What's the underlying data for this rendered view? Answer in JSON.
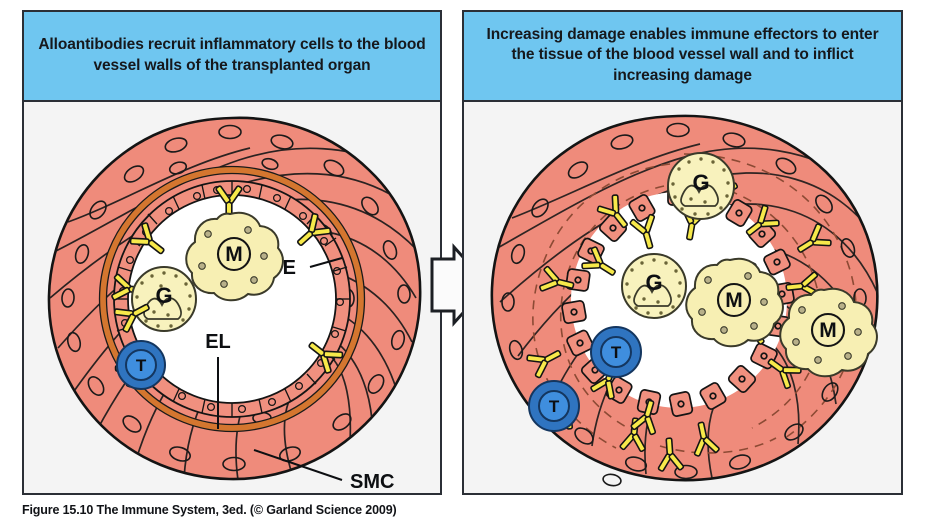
{
  "figure": {
    "caption_main": "Figure 15.10  The Immune System, 3ed.",
    "caption_credit": "(© Garland Science 2009)",
    "caption_full": "Figure 15.10  The Immune System, 3ed. (© Garland Science 2009)"
  },
  "colors": {
    "header_blue": "#6fc6f0",
    "panel_border": "#2b2f36",
    "panel_bg": "#f4f4f4",
    "smooth_muscle_pink": "#ef8b7b",
    "smooth_muscle_outline": "#1a1a1a",
    "elastic_lamina_orange": "#d4762f",
    "endothelium_pink": "#f0907f",
    "antibody_yellow": "#f7e94a",
    "antibody_outline": "#1a1a1a",
    "tcell_blue_outer": "#2f74c0",
    "tcell_blue_inner": "#3f8ede",
    "granulocyte_yellow": "#f8f2bd",
    "macrophage_yellow": "#f7efb3",
    "lumen_white": "#ffffff",
    "label_black": "#0d0f12"
  },
  "panels": [
    {
      "id": "left",
      "title": "Alloantibodies recruit inflammatory cells to the blood vessel walls of the transplanted organ",
      "labels": [
        {
          "key": "E",
          "text": "E",
          "meaning": "endothelium"
        },
        {
          "key": "EL",
          "text": "EL",
          "meaning": "elastic lamina"
        },
        {
          "key": "SMC",
          "text": "SMC",
          "meaning": "smooth muscle cell"
        }
      ],
      "cells": [
        {
          "type": "macrophage",
          "label": "M",
          "location": "lumen"
        },
        {
          "type": "granulocyte",
          "label": "G",
          "location": "lumen"
        },
        {
          "type": "t-cell",
          "label": "T",
          "location": "lumen"
        }
      ],
      "antibody_count": 8,
      "endothelium_state": "intact",
      "elastic_lamina_state": "intact-continuous"
    },
    {
      "id": "right",
      "title": "Increasing damage enables immune effectors to enter the tissue of the blood vessel wall and to inflict increasing damage",
      "labels": [],
      "cells": [
        {
          "type": "granulocyte",
          "label": "G",
          "location": "vessel-wall"
        },
        {
          "type": "granulocyte",
          "label": "G",
          "location": "lumen"
        },
        {
          "type": "macrophage",
          "label": "M",
          "location": "lumen"
        },
        {
          "type": "macrophage",
          "label": "M",
          "location": "vessel-wall"
        },
        {
          "type": "t-cell",
          "label": "T",
          "location": "vessel-wall"
        },
        {
          "type": "t-cell",
          "label": "T",
          "location": "lumen"
        }
      ],
      "antibody_count": 22,
      "endothelium_state": "fragmented-detached",
      "elastic_lamina_state": "disrupted-dashed"
    }
  ],
  "arrow": {
    "name": "progression-arrow",
    "direction": "right"
  }
}
